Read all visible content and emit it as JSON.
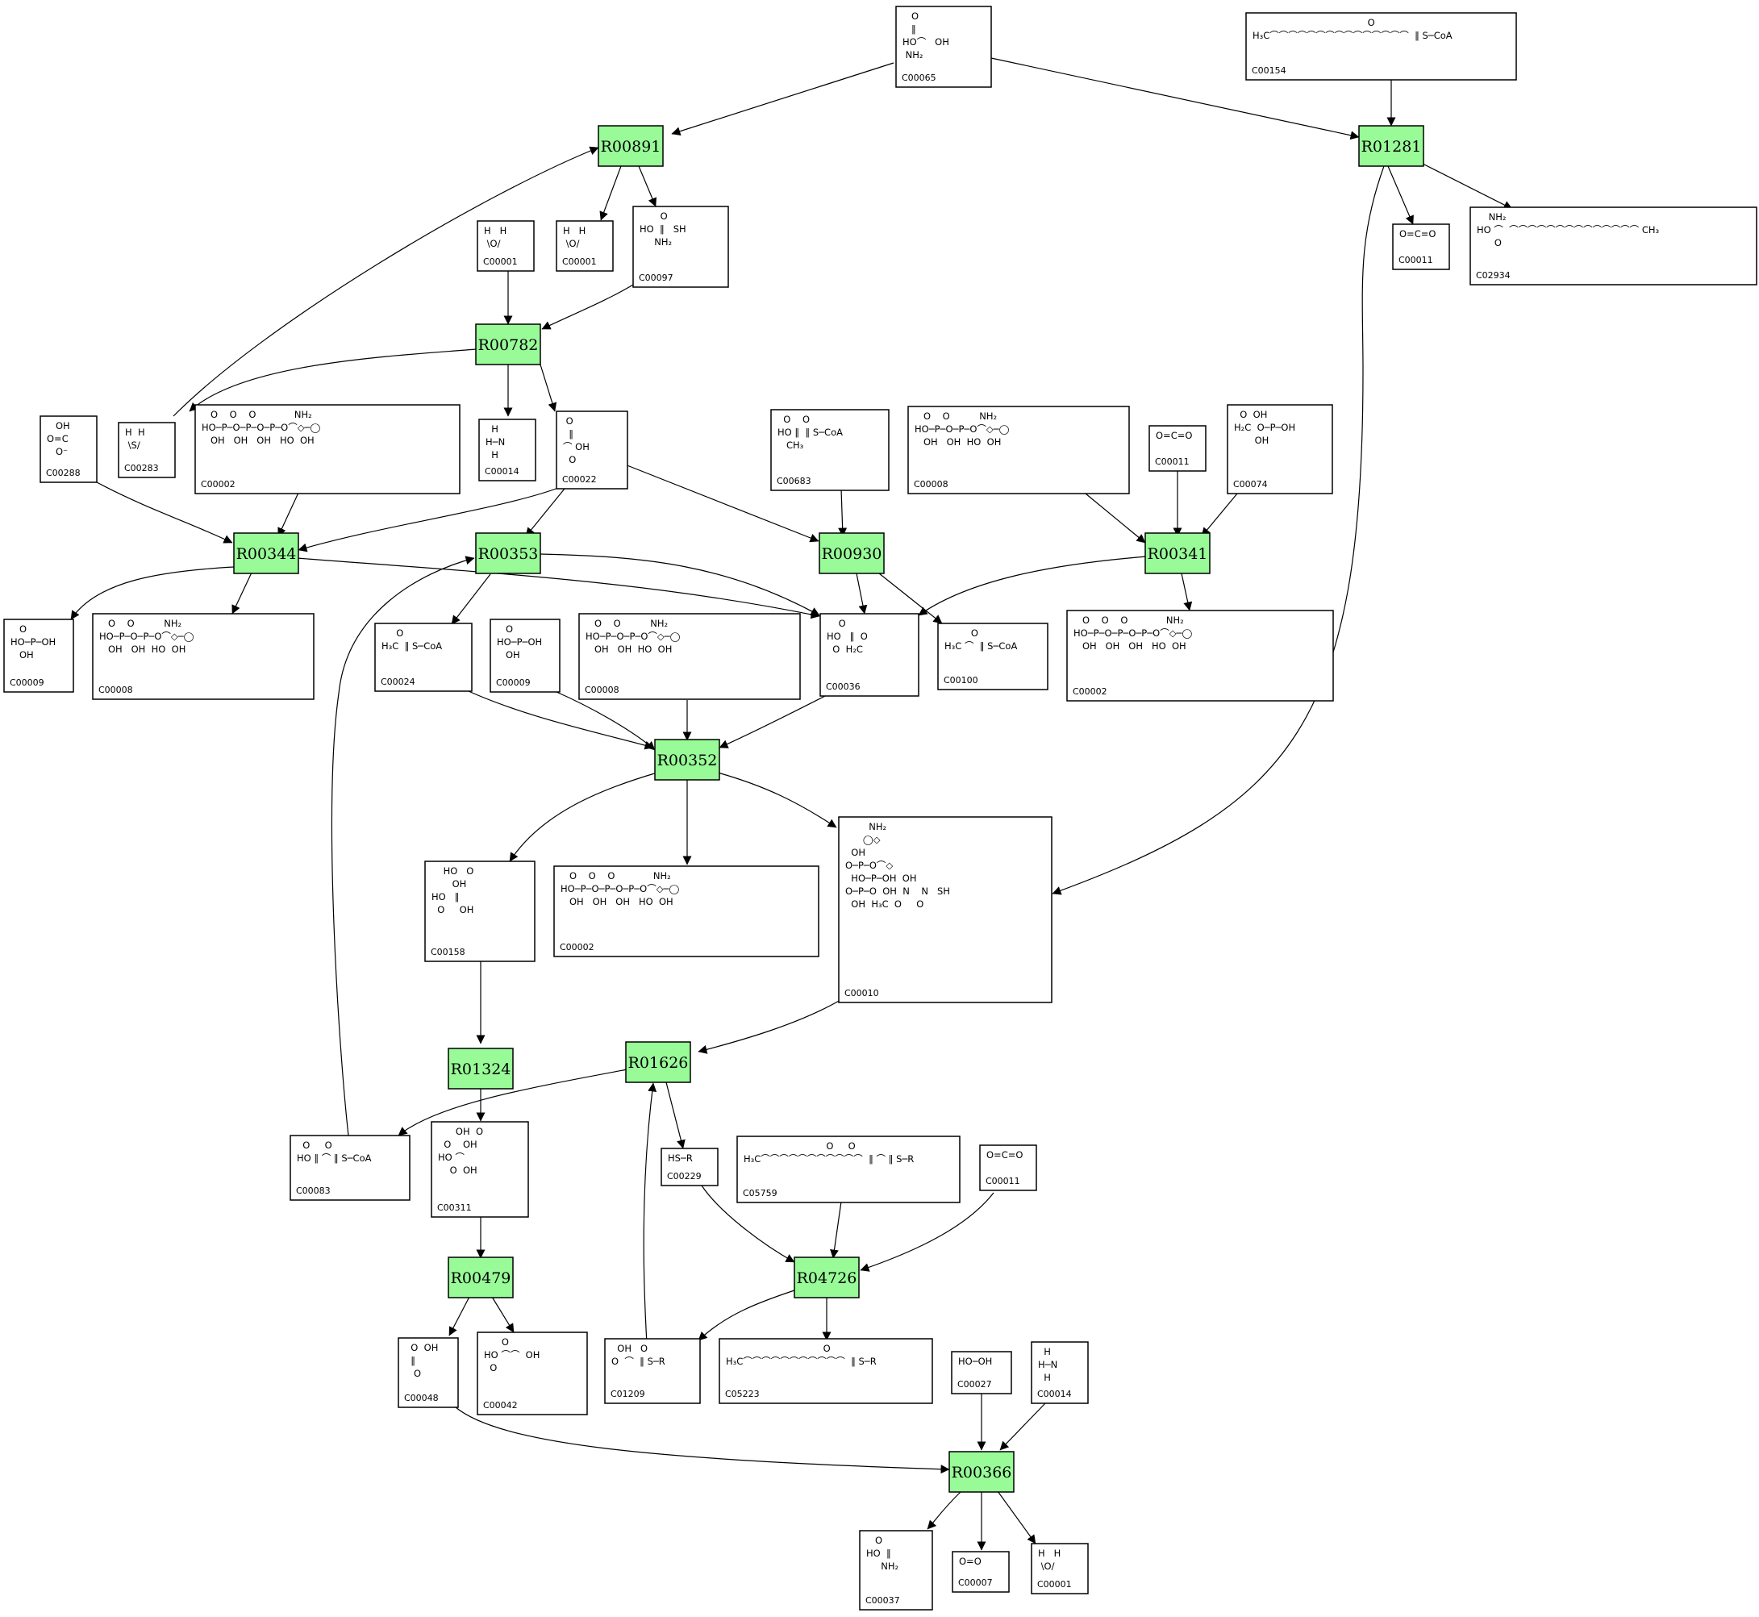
{
  "diagram": {
    "reactions": [
      {
        "id": "r00891",
        "label": "R00891"
      },
      {
        "id": "r01281",
        "label": "R01281"
      },
      {
        "id": "r00782",
        "label": "R00782"
      },
      {
        "id": "r00344",
        "label": "R00344"
      },
      {
        "id": "r00353",
        "label": "R00353"
      },
      {
        "id": "r00930",
        "label": "R00930"
      },
      {
        "id": "r00341",
        "label": "R00341"
      },
      {
        "id": "r00352",
        "label": "R00352"
      },
      {
        "id": "r01324",
        "label": "R01324"
      },
      {
        "id": "r01626",
        "label": "R01626"
      },
      {
        "id": "r00479",
        "label": "R00479"
      },
      {
        "id": "r04726",
        "label": "R04726"
      },
      {
        "id": "r00366",
        "label": "R00366"
      }
    ],
    "compounds": [
      {
        "id": "c00065",
        "label": "C00065",
        "formula": "HO·C(=O)·CH(NH2)·CH2OH"
      },
      {
        "id": "c00154",
        "label": "C00154",
        "formula": "H3C–(CH2)14–C(=O)–S–CoA"
      },
      {
        "id": "c00001_a",
        "label": "C00001",
        "formula": "H–O–H"
      },
      {
        "id": "c00001_b",
        "label": "C00001",
        "formula": "H–O–H"
      },
      {
        "id": "c00097",
        "label": "C00097",
        "formula": "HO·C(=O)·CH(NH2)·CH2SH"
      },
      {
        "id": "c00011_a",
        "label": "C00011",
        "formula": "O=C=O"
      },
      {
        "id": "c02934",
        "label": "C02934",
        "formula": "HO–CH2–CH(NH2)–C(=O)–(CH2)14–CH3"
      },
      {
        "id": "c00288",
        "label": "C00288",
        "formula": "HO–C(=O)–O⁻"
      },
      {
        "id": "c00283",
        "label": "C00283",
        "formula": "H–S–H"
      },
      {
        "id": "c00002_a",
        "label": "C00002",
        "formula": "ATP"
      },
      {
        "id": "c00014_a",
        "label": "C00014",
        "formula": "NH3"
      },
      {
        "id": "c00022",
        "label": "C00022",
        "formula": "CH3–C(=O)–COOH"
      },
      {
        "id": "c00683",
        "label": "C00683",
        "formula": "HOOC–CH(CH3)–C(=O)–S–CoA"
      },
      {
        "id": "c00008",
        "label": "C00008",
        "formula": "ADP"
      },
      {
        "id": "c00011_b",
        "label": "C00011",
        "formula": "O=C=O"
      },
      {
        "id": "c00074",
        "label": "C00074",
        "formula": "H2C=C(OPO3H2)–COOH"
      },
      {
        "id": "c00009_a",
        "label": "C00009",
        "formula": "H3PO4"
      },
      {
        "id": "c00008_a",
        "label": "C00008",
        "formula": "ADP"
      },
      {
        "id": "c00024",
        "label": "C00024",
        "formula": "H3C–C(=O)–S–CoA"
      },
      {
        "id": "c00009_b",
        "label": "C00009",
        "formula": "H3PO4"
      },
      {
        "id": "c00008_b",
        "label": "C00008",
        "formula": "ADP"
      },
      {
        "id": "c00036",
        "label": "C00036",
        "formula": "HOOC–C(=O)–CH2–COOH"
      },
      {
        "id": "c00100",
        "label": "C00100",
        "formula": "H3C–CH2–C(=O)–S–CoA"
      },
      {
        "id": "c00002_b",
        "label": "C00002",
        "formula": "ATP"
      },
      {
        "id": "c00158",
        "label": "C00158",
        "formula": "Citrate"
      },
      {
        "id": "c00002_c",
        "label": "C00002",
        "formula": "ATP"
      },
      {
        "id": "c00010",
        "label": "C00010",
        "formula": "CoA–SH"
      },
      {
        "id": "c00083",
        "label": "C00083",
        "formula": "HOOC–CH2–C(=O)–S–CoA"
      },
      {
        "id": "c00311",
        "label": "C00311",
        "formula": "Isocitrate"
      },
      {
        "id": "c00229",
        "label": "C00229",
        "formula": "HS–R"
      },
      {
        "id": "c05759",
        "label": "C05759",
        "formula": "H3C–(CH2)10–C(=O)–CH2–C(=O)–S–R"
      },
      {
        "id": "c00011_c",
        "label": "C00011",
        "formula": "O=C=O"
      },
      {
        "id": "c00048",
        "label": "C00048",
        "formula": "OHC–COOH"
      },
      {
        "id": "c00042",
        "label": "C00042",
        "formula": "HOOC–CH2–CH2–COOH"
      },
      {
        "id": "c01209",
        "label": "C01209",
        "formula": "HOOC–CH2–C(=O)–S–R"
      },
      {
        "id": "c05223",
        "label": "C05223",
        "formula": "H3C–(CH2)10–C(=O)–S–R"
      },
      {
        "id": "c00027",
        "label": "C00027",
        "formula": "HO–OH"
      },
      {
        "id": "c00014_b",
        "label": "C00014",
        "formula": "NH3"
      },
      {
        "id": "c00037",
        "label": "C00037",
        "formula": "HO–C(=O)–CH2–NH2"
      },
      {
        "id": "c00007",
        "label": "C00007",
        "formula": "O=O"
      },
      {
        "id": "c00001_c",
        "label": "C00001",
        "formula": "H–O–H"
      }
    ]
  },
  "colors": {
    "reaction_fill": "#98fb98",
    "node_border": "#000000",
    "edge": "#000000",
    "background": "#ffffff"
  }
}
